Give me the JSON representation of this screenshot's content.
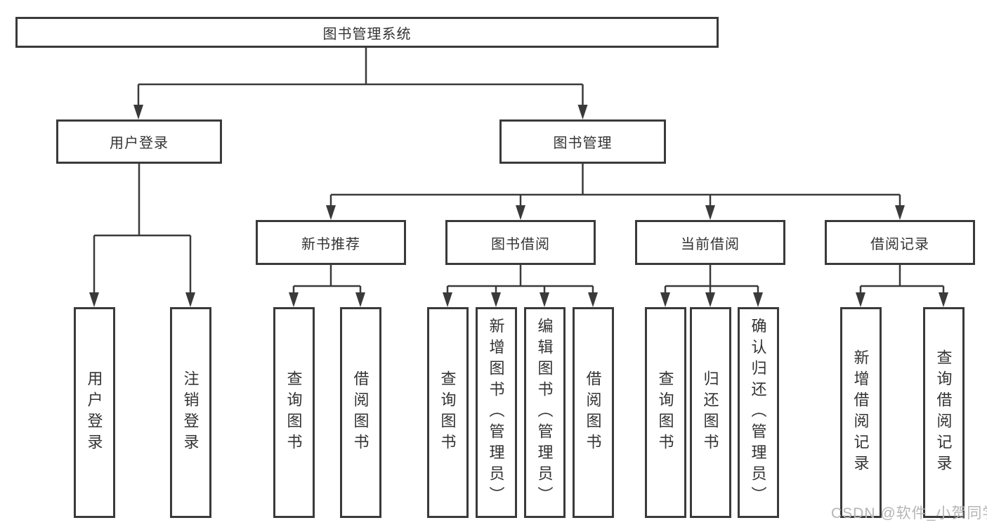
{
  "tree": {
    "root_label": "图书管理系统",
    "branches": [
      {
        "label": "用户登录",
        "leaves": [
          "用户登录",
          "注销登录"
        ]
      },
      {
        "label": "图书管理",
        "groups": [
          {
            "label": "新书推荐",
            "leaves": [
              "查询图书",
              "借阅图书"
            ]
          },
          {
            "label": "图书借阅",
            "leaves": [
              "查询图书",
              "新增图书（管理员）",
              "编辑图书（管理员）",
              "借阅图书"
            ]
          },
          {
            "label": "当前借阅",
            "leaves": [
              "查询图书",
              "归还图书",
              "确认归还（管理员）"
            ]
          },
          {
            "label": "借阅记录",
            "leaves": [
              "新增借阅记录",
              "查询借阅记录"
            ]
          }
        ]
      }
    ]
  },
  "watermark": {
    "text": "CSDN @软件_小贺同学"
  },
  "colors": {
    "line": "#3a3a3a",
    "text": "#333333",
    "watermark": "#b5b5b5",
    "background": "#ffffff"
  }
}
